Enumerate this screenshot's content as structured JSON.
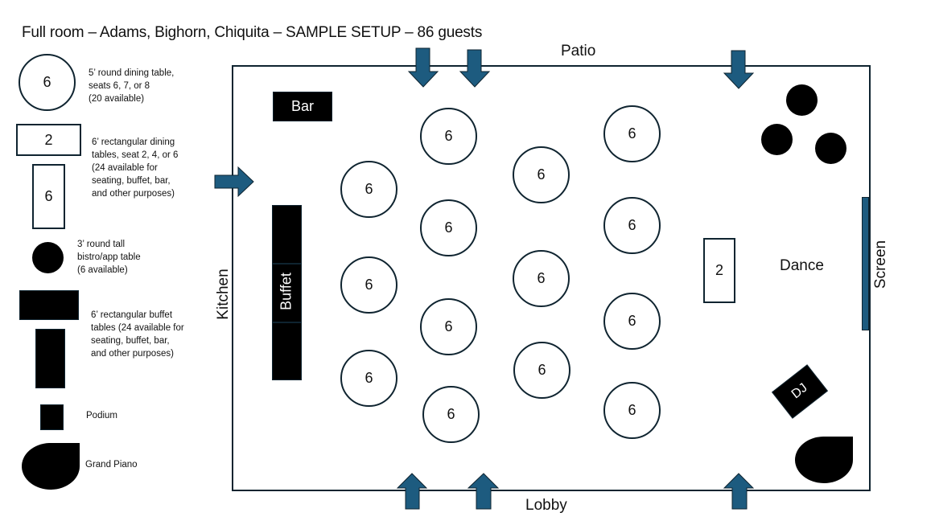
{
  "title": "Full room – Adams, Bighorn, Chiquita – SAMPLE SETUP – 86 guests",
  "colors": {
    "arrow": "#1d5b7f",
    "outline": "#0f2430",
    "fill_dark": "#000000",
    "screen": "#1d5b7f"
  },
  "legend": {
    "round_table": {
      "seat_label": "6",
      "lines": [
        "5’ round dining table,",
        "seats 6, 7, or 8",
        "(20 available)"
      ]
    },
    "rect_dining": {
      "horizontal_label": "2",
      "vertical_label": "6",
      "lines": [
        "6’ rectangular dining",
        "tables, seat 2, 4, or 6",
        "(24 available for",
        "seating, buffet, bar,",
        "and other purposes)"
      ]
    },
    "bistro": {
      "lines": [
        "3’ round tall",
        "bistro/app table",
        "(6 available)"
      ]
    },
    "buffet": {
      "lines": [
        "6’ rectangular buffet",
        "tables (24 available for",
        "seating, buffet, bar,",
        "and other purposes)"
      ]
    },
    "podium": {
      "label": "Podium"
    },
    "piano": {
      "label": "Grand Piano"
    }
  },
  "room": {
    "labels": {
      "patio": "Patio",
      "lobby": "Lobby",
      "kitchen": "Kitchen",
      "screen": "Screen",
      "dance": "Dance",
      "bar": "Bar",
      "buffet": "Buffet",
      "dj": "DJ"
    },
    "round_tables": [
      {
        "seats": "6"
      },
      {
        "seats": "6"
      },
      {
        "seats": "6"
      },
      {
        "seats": "6"
      },
      {
        "seats": "6"
      },
      {
        "seats": "6"
      },
      {
        "seats": "6"
      },
      {
        "seats": "6"
      },
      {
        "seats": "6"
      },
      {
        "seats": "6"
      },
      {
        "seats": "6"
      },
      {
        "seats": "6"
      },
      {
        "seats": "6"
      },
      {
        "seats": "6"
      }
    ],
    "rect_table": {
      "seats": "2"
    },
    "bistro_tables": 3,
    "entry_arrows": {
      "patio": 3,
      "lobby": 3,
      "kitchen": 1
    }
  }
}
